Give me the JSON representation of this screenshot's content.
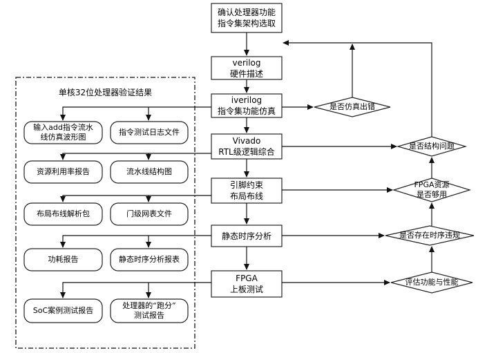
{
  "group_title": "单核32位处理器验证结果",
  "flow_nodes": [
    {
      "id": "n1",
      "lines": [
        "确认处理器功能",
        "指令集架构选取"
      ]
    },
    {
      "id": "n2",
      "lines": [
        "verilog",
        "硬件描述"
      ]
    },
    {
      "id": "n3",
      "lines": [
        "iverilog",
        "指令集功能仿真"
      ]
    },
    {
      "id": "n4",
      "lines": [
        "Vivado",
        "RTL级逻辑综合"
      ]
    },
    {
      "id": "n5",
      "lines": [
        "引脚约束",
        "布局布线"
      ]
    },
    {
      "id": "n6",
      "lines": [
        "静态时序分析"
      ]
    },
    {
      "id": "n7",
      "lines": [
        "FPGA",
        "上板测试"
      ]
    }
  ],
  "decisions": [
    {
      "id": "d1",
      "lines": [
        "是否仿真出错"
      ]
    },
    {
      "id": "d2",
      "lines": [
        "是否结构问题"
      ]
    },
    {
      "id": "d3",
      "lines": [
        "FPGA资源",
        "是否够用"
      ]
    },
    {
      "id": "d4",
      "lines": [
        "是否存在时序违规"
      ]
    },
    {
      "id": "d5",
      "lines": [
        "评估功能与性能"
      ]
    }
  ],
  "results": [
    {
      "id": "r1",
      "lines": [
        "输入add指令流水",
        "线仿真波形图"
      ]
    },
    {
      "id": "r2",
      "lines": [
        "指令测试日志文件"
      ]
    },
    {
      "id": "r3",
      "lines": [
        "资源利用率报告"
      ]
    },
    {
      "id": "r4",
      "lines": [
        "流水线结构图"
      ]
    },
    {
      "id": "r5",
      "lines": [
        "布局布线解析包"
      ]
    },
    {
      "id": "r6",
      "lines": [
        "门级网表文件"
      ]
    },
    {
      "id": "r7",
      "lines": [
        "功耗报告"
      ]
    },
    {
      "id": "r8",
      "lines": [
        "静态时序分析报表"
      ]
    },
    {
      "id": "r9",
      "lines": [
        "SoC案例测试报告"
      ]
    },
    {
      "id": "r10",
      "lines": [
        "处理器的“跑分”",
        "测试报告"
      ]
    }
  ]
}
